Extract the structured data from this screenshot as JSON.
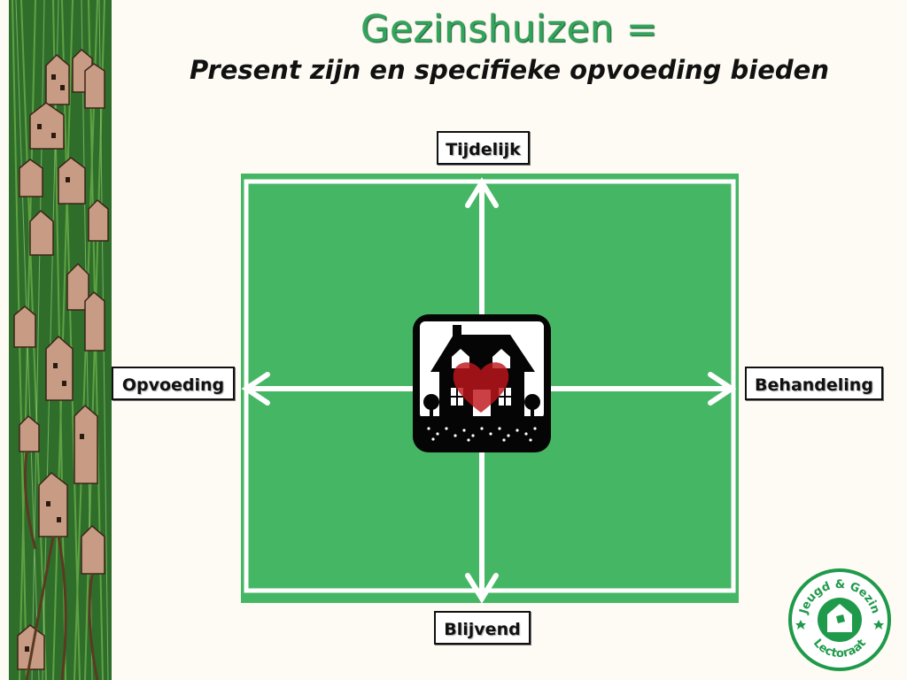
{
  "slide": {
    "title": "Gezinshuizen =",
    "subtitle": "Present zijn en specifieke opvoeding bieden"
  },
  "axes": {
    "top": "Tijdelijk",
    "bottom": "Blijvend",
    "left": "Opvoeding",
    "right": "Behandeling"
  },
  "logo": {
    "text_top": "Jeugd & Gezin",
    "text_bottom": "Lectoraat"
  },
  "colors": {
    "panel_green": "#45b764",
    "title_green": "#2fa65a",
    "heart_red": "#c0161b",
    "background": "#fdfbf3"
  },
  "icons": {
    "center": "family-house-heart-icon",
    "sidebar": "houses-in-grass-illustration",
    "logo": "jeugd-gezin-lectoraat-seal"
  }
}
